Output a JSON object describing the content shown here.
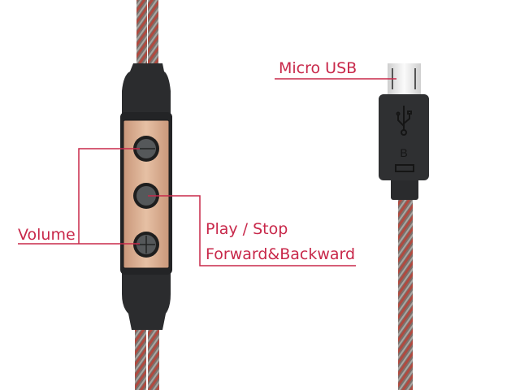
{
  "labels": {
    "micro_usb": "Micro USB",
    "volume": "Volume",
    "play_stop": "Play / Stop",
    "forward_backward": "Forward&Backward"
  },
  "connector_mark": "B",
  "colors": {
    "accent": "#c8284a",
    "body": "#2a2b2d",
    "plate": "#d9ad8f",
    "button": "#4a4c4e"
  }
}
